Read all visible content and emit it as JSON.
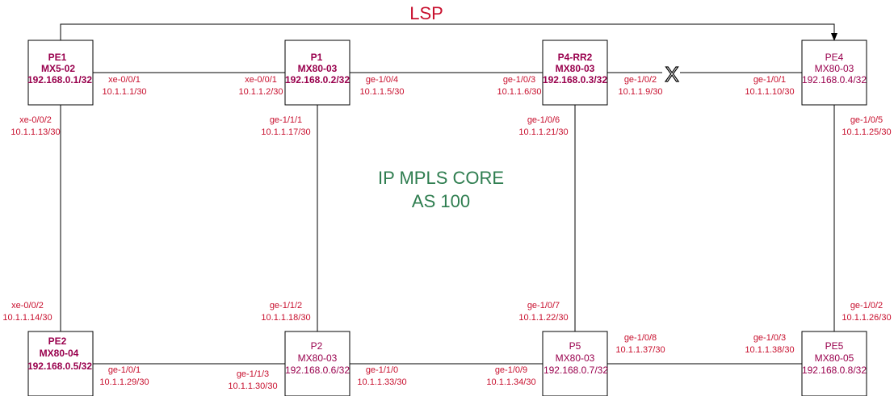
{
  "lsp_label": "LSP",
  "core": {
    "line1": "IP MPLS CORE",
    "line2": "AS 100"
  },
  "break_mark": "X",
  "nodes": {
    "pe1": {
      "name": "PE1",
      "model": "MX5-02",
      "loopback": "192.168.0.1/32"
    },
    "p1": {
      "name": "P1",
      "model": "MX80-03",
      "loopback": "192.168.0.2/32"
    },
    "p4": {
      "name": "P4-RR2",
      "model": "MX80-03",
      "loopback": "192.168.0.3/32"
    },
    "pe4": {
      "name": "PE4",
      "model": "MX80-03",
      "loopback": "192.168.0.4/32"
    },
    "pe2": {
      "name": "PE2",
      "model": "MX80-04",
      "loopback": "192.168.0.5/32"
    },
    "p2": {
      "name": "P2",
      "model": "MX80-03",
      "loopback": "192.168.0.6/32"
    },
    "p5": {
      "name": "P5",
      "model": "MX80-03",
      "loopback": "192.168.0.7/32"
    },
    "pe5": {
      "name": "PE5",
      "model": "MX80-05",
      "loopback": "192.168.0.8/32"
    }
  },
  "ports": {
    "pe1_p1_a": {
      "iface": "xe-0/0/1",
      "ip": "10.1.1.1/30"
    },
    "pe1_p1_b": {
      "iface": "xe-0/0/1",
      "ip": "10.1.1.2/30"
    },
    "p1_p4_a": {
      "iface": "ge-1/0/4",
      "ip": "10.1.1.5/30"
    },
    "p1_p4_b": {
      "iface": "ge-1/0/3",
      "ip": "10.1.1.6/30"
    },
    "p4_pe4_a": {
      "iface": "ge-1/0/2",
      "ip": "10.1.1.9/30"
    },
    "p4_pe4_b": {
      "iface": "ge-1/0/1",
      "ip": "10.1.1.10/30"
    },
    "pe1_pe2_a": {
      "iface": "xe-0/0/2",
      "ip": "10.1.1.13/30"
    },
    "pe1_pe2_b": {
      "iface": "xe-0/0/2",
      "ip": "10.1.1.14/30"
    },
    "p1_p2_a": {
      "iface": "ge-1/1/1",
      "ip": "10.1.1.17/30"
    },
    "p1_p2_b": {
      "iface": "ge-1/1/2",
      "ip": "10.1.1.18/30"
    },
    "p4_p5_a": {
      "iface": "ge-1/0/6",
      "ip": "10.1.1.21/30"
    },
    "p4_p5_b": {
      "iface": "ge-1/0/7",
      "ip": "10.1.1.22/30"
    },
    "pe4_pe5_a": {
      "iface": "ge-1/0/5",
      "ip": "10.1.1.25/30"
    },
    "pe4_pe5_b": {
      "iface": "ge-1/0/2",
      "ip": "10.1.1.26/30"
    },
    "pe2_p2_a": {
      "iface": "ge-1/0/1",
      "ip": "10.1.1.29/30"
    },
    "pe2_p2_b": {
      "iface": "ge-1/1/3",
      "ip": "10.1.1.30/30"
    },
    "p2_p5_a": {
      "iface": "ge-1/1/0",
      "ip": "10.1.1.33/30"
    },
    "p2_p5_b": {
      "iface": "ge-1/0/9",
      "ip": "10.1.1.34/30"
    },
    "p5_pe5_a": {
      "iface": "ge-1/0/8",
      "ip": "10.1.1.37/30"
    },
    "p5_pe5_b": {
      "iface": "ge-1/0/3",
      "ip": "10.1.1.38/30"
    }
  }
}
